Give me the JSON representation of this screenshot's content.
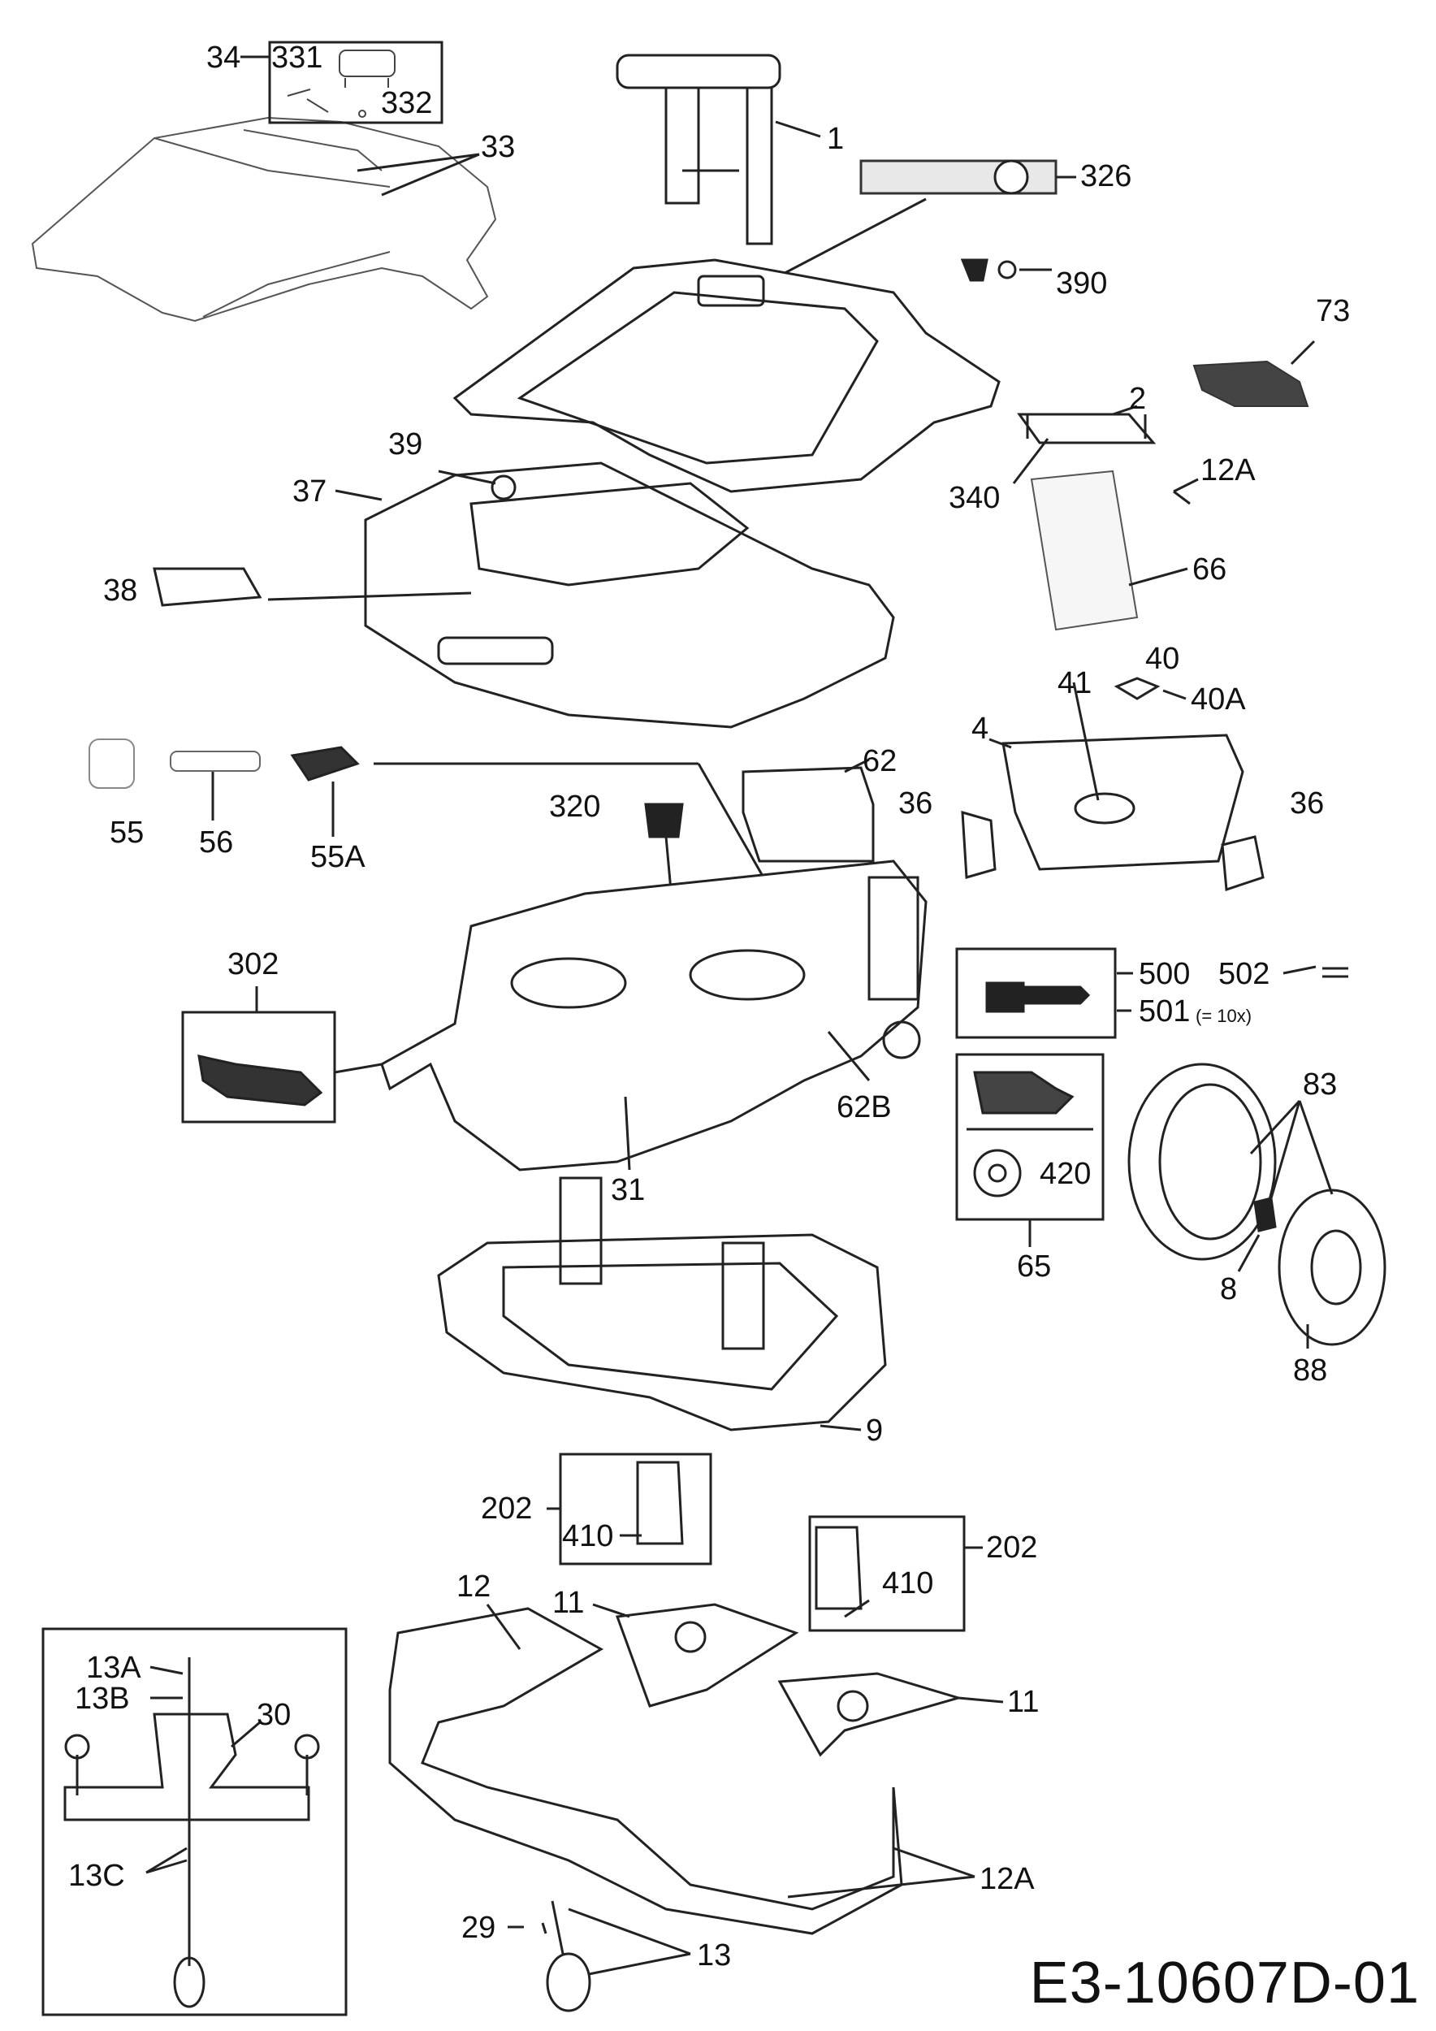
{
  "diagram": {
    "type": "exploded-parts-diagram",
    "drawing_code": "E3-10607D-01",
    "callouts": {
      "p34": "34",
      "p331": "331",
      "p332": "332",
      "p33": "33",
      "p1": "1",
      "p326": "326",
      "p390": "390",
      "p73": "73",
      "p2": "2",
      "p12A_top": "12A",
      "p340": "340",
      "p39": "39",
      "p37": "37",
      "p38": "38",
      "p66": "66",
      "p40": "40",
      "p40A": "40A",
      "p41": "41",
      "p4": "4",
      "p36_left": "36",
      "p36_right": "36",
      "p55": "55",
      "p56": "56",
      "p55A": "55A",
      "p62": "62",
      "p320": "320",
      "p302": "302",
      "p500": "500",
      "p501": "501",
      "p501_note": "(= 10x)",
      "p502": "502",
      "p62B": "62B",
      "p31": "31",
      "p83": "83",
      "p420": "420",
      "p65": "65",
      "p8": "8",
      "p88": "88",
      "p9": "9",
      "p202_left": "202",
      "p410_left": "410",
      "p202_right": "202",
      "p410_right": "410",
      "p12": "12",
      "p11_top": "11",
      "p11_right": "11",
      "p13A": "13A",
      "p13B": "13B",
      "p30": "30",
      "p13C": "13C",
      "p12A_bottom": "12A",
      "p29": "29",
      "p13": "13"
    }
  }
}
